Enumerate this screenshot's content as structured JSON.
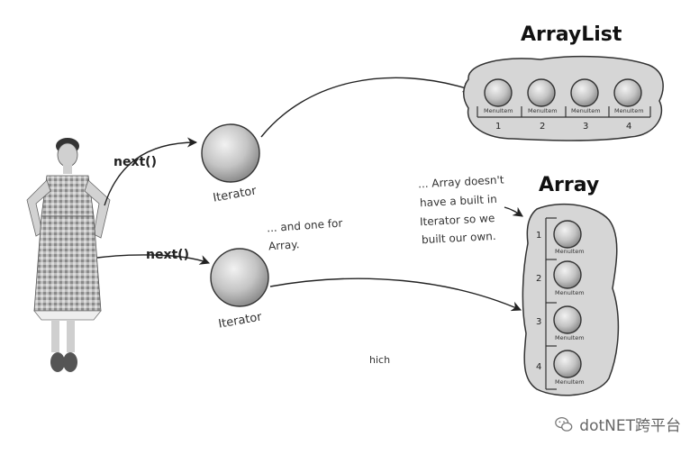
{
  "arraylist": {
    "title": "ArrayList",
    "item_label": "MenuItem",
    "indices": [
      "1",
      "2",
      "3",
      "4"
    ]
  },
  "array": {
    "title": "Array",
    "item_label": "MenuItem",
    "indices": [
      "1",
      "2",
      "3",
      "4"
    ]
  },
  "iterators": {
    "top_label": "Iterator",
    "bottom_label": "Iterator"
  },
  "calls": {
    "top": "next()",
    "bottom": "next()"
  },
  "notes": {
    "array_note_lines": [
      "... Array doesn't",
      "have a built in",
      "Iterator so we",
      "built our own."
    ],
    "one_for_lines": [
      "... and one for",
      "Array."
    ],
    "stray": "hich"
  },
  "watermark": {
    "text": "dotNET跨平台",
    "icon": "wechat-icon"
  },
  "colors": {
    "blob_fill": "#d6d6d6",
    "ball_fill": "#c8c8c8",
    "ink": "#222222"
  }
}
